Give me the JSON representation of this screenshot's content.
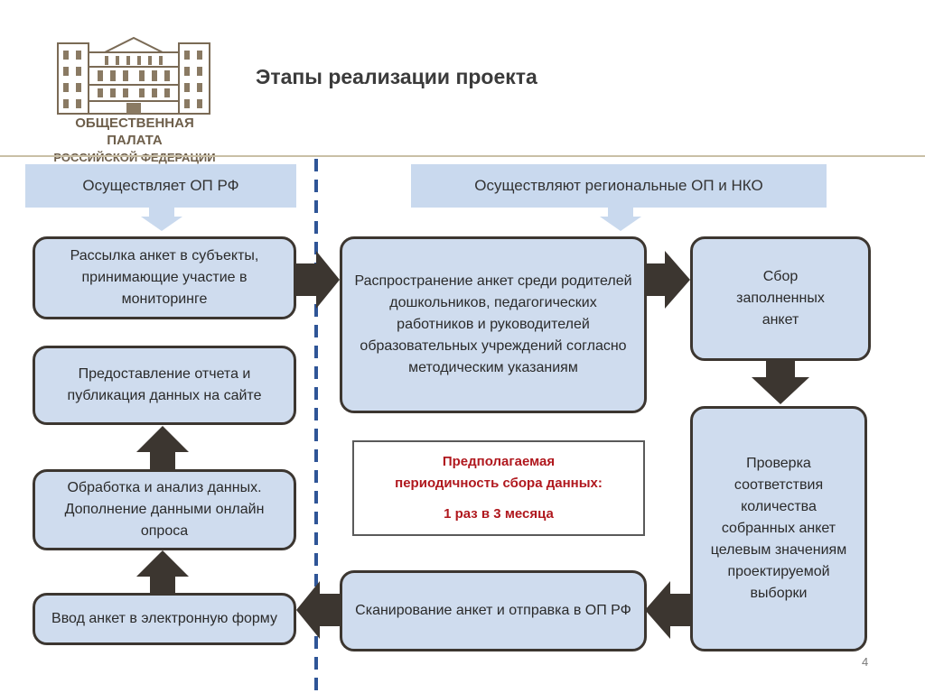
{
  "title": "Этапы реализации проекта",
  "org": {
    "line1": "ОБЩЕСТВЕННАЯ ПАЛАТА",
    "line2": "РОССИЙСКОЙ ФЕДЕРАЦИИ"
  },
  "headers": {
    "left": "Осуществляет ОП РФ",
    "right": "Осуществляют региональные ОП и НКО"
  },
  "left_boxes": {
    "distribution": "Рассылка анкет в субъекты, принимающие участие в мониторинге",
    "report": "Предоставление отчета и публикация данных на сайте",
    "analysis": "Обработка и анализ данных. Дополнение данными онлайн опроса",
    "input": "Ввод  анкет в электронную форму"
  },
  "right_boxes": {
    "spread": "Распространение анкет среди родителей дошкольников, педагогических работников и руководителей образовательных учреждений согласно методическим указаниям",
    "collect": "Сбор заполненных анкет",
    "verify": "Проверка соответствия количества собранных анкет целевым значениям проектируемой выборки",
    "scan": "Сканирование анкет и отправка в ОП РФ"
  },
  "frequency": {
    "line1": "Предполагаемая",
    "line2": "периодичность сбора данных:",
    "line3": "1 раз в 3 месяца"
  },
  "page_number": "4",
  "colors": {
    "arrow": "#3c3630",
    "box_fill": "#cfdcee",
    "header_fill": "#c9d9ee",
    "divider": "#2f5597",
    "accent_red": "#b0181e"
  }
}
